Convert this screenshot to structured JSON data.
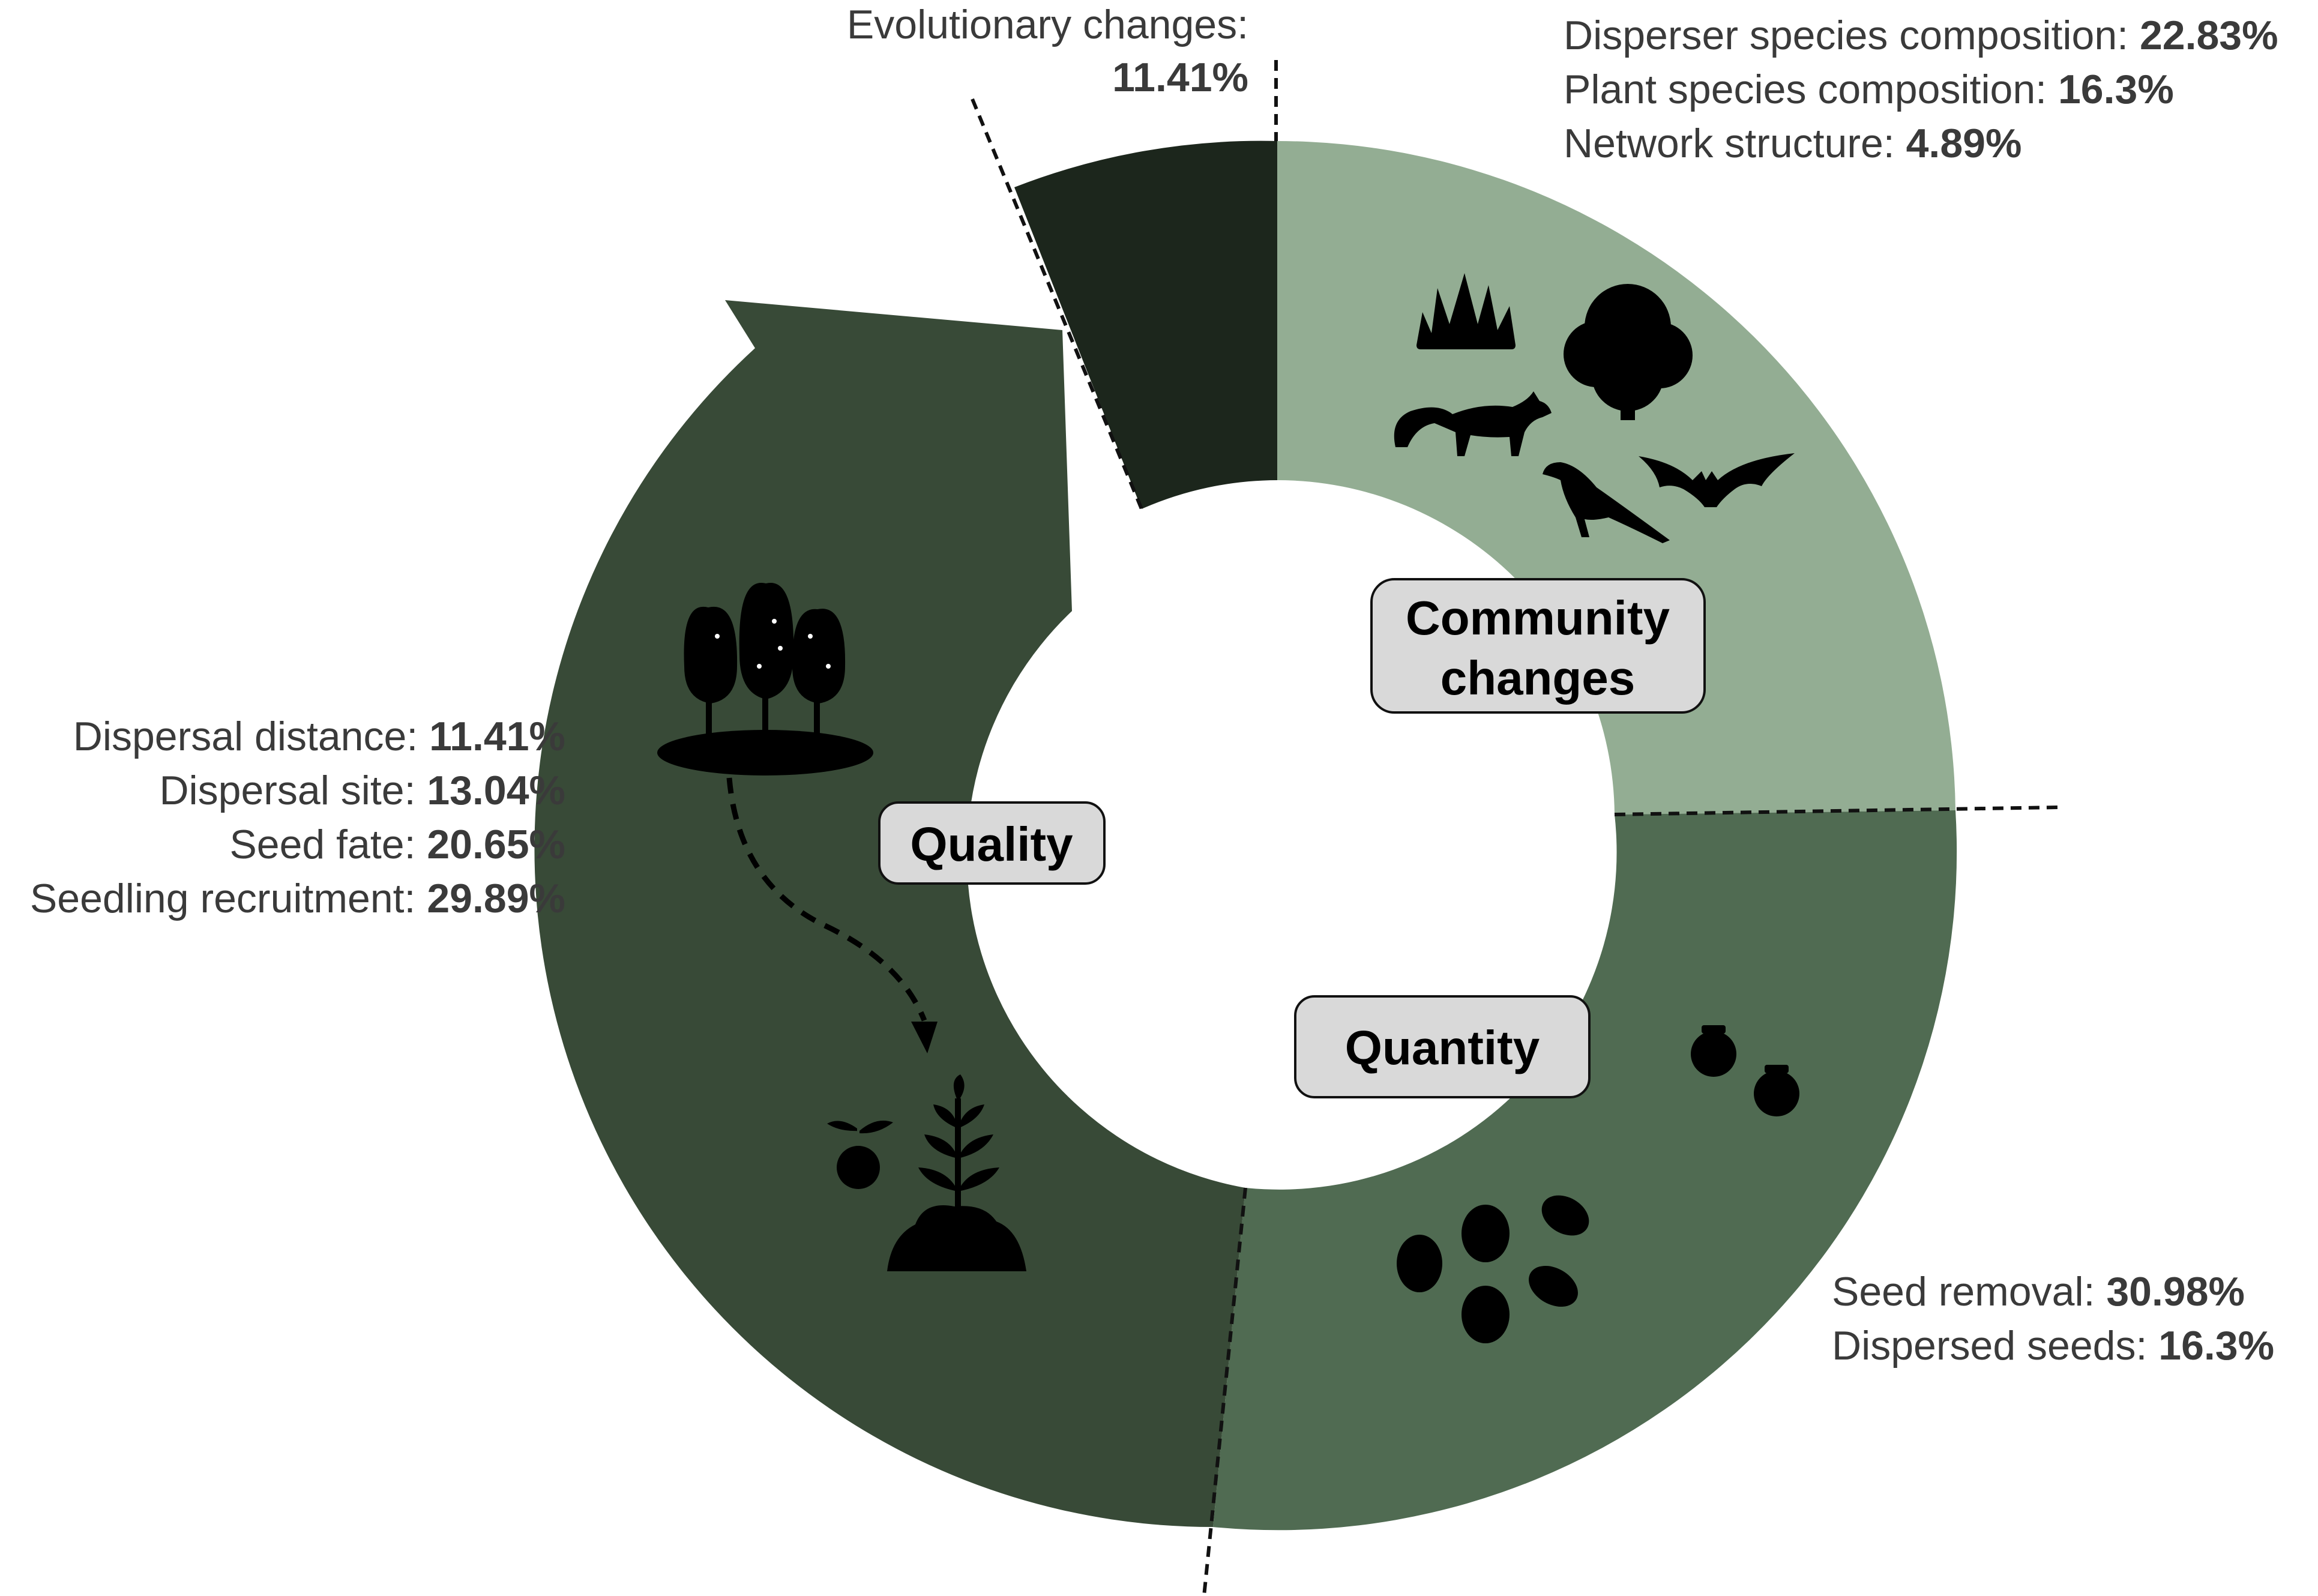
{
  "annotations": {
    "evolutionary": {
      "label": "Evolutionary changes:",
      "value": "11.41%"
    },
    "community": [
      {
        "label": "Disperser species composition: ",
        "value": "22.83%"
      },
      {
        "label": "Plant species composition: ",
        "value": "16.3%"
      },
      {
        "label": "Network structure: ",
        "value": "4.89%"
      }
    ],
    "quality": [
      {
        "label": "Dispersal distance: ",
        "value": "11.41%"
      },
      {
        "label": "Dispersal site: ",
        "value": "13.04%"
      },
      {
        "label": "Seed fate: ",
        "value": "20.65%"
      },
      {
        "label": "Seedling recruitment: ",
        "value": "29.89%"
      }
    ],
    "quantity": [
      {
        "label": "Seed removal: ",
        "value": "30.98%"
      },
      {
        "label": "Dispersed seeds: ",
        "value": "16.3%"
      }
    ]
  },
  "sectors": {
    "community": {
      "line1": "Community",
      "line2": "changes",
      "color": "#93ad93"
    },
    "quantity": {
      "label": "Quantity",
      "color": "#506b52"
    },
    "quality": {
      "label": "Quality",
      "color": "#384a37"
    },
    "evolutionary": {
      "color": "#1c261c"
    }
  },
  "icons": {
    "community": [
      "shrub-icon",
      "tree-icon",
      "fox-icon",
      "bird-icon",
      "bat-icon"
    ],
    "quantity": [
      "berry-icon",
      "seed-icon"
    ],
    "quality": [
      "tree-cluster-icon",
      "dashed-arrow-icon",
      "seedling-icon",
      "fruit-sprout-icon"
    ]
  }
}
